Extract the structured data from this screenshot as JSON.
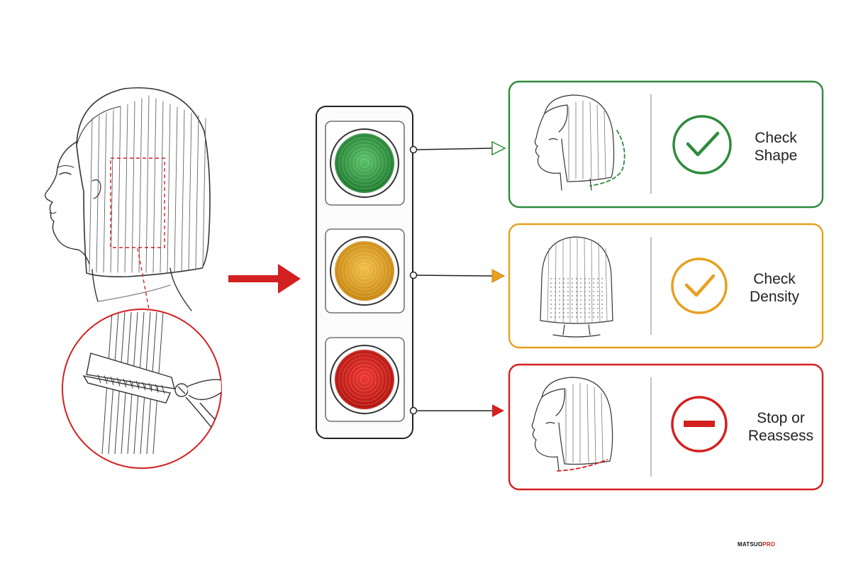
{
  "colors": {
    "green": "#2e8b3a",
    "amber": "#e8a020",
    "red": "#d42020",
    "ink": "#333333"
  },
  "icons": {
    "hair": "bob-haircut-profile",
    "clipper": "thinning-shears-icon",
    "check": "check-mark-icon",
    "stop": "minus-stop-icon"
  },
  "steps": [
    {
      "line1": "Check",
      "line2": "Shape",
      "color": "#2e8b3a",
      "icon": "check"
    },
    {
      "line1": "Check",
      "line2": "Density",
      "color": "#e8a020",
      "icon": "check"
    },
    {
      "line1": "Stop or",
      "line2": "Reassess",
      "color": "#d42020",
      "icon": "stop"
    }
  ],
  "brand": {
    "part1": "MATSUO",
    "part2": "PRO"
  }
}
